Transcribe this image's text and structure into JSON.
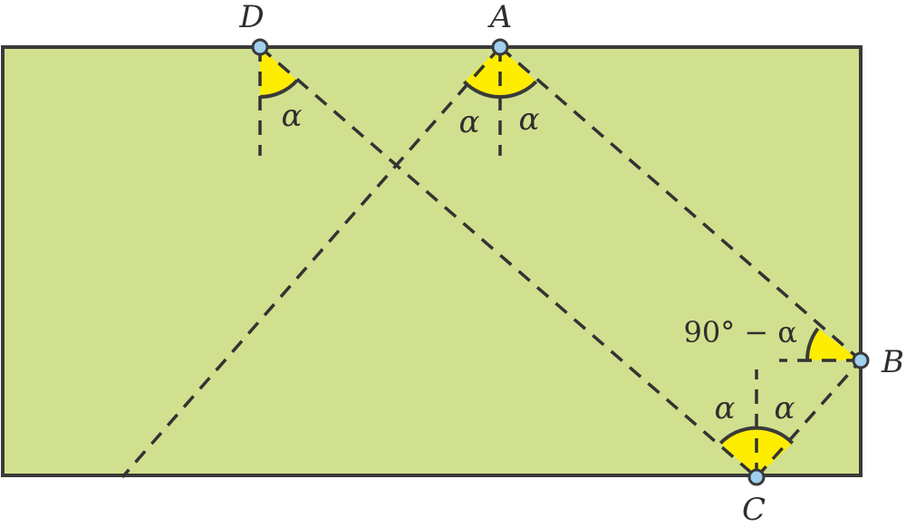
{
  "diagram": {
    "points": {
      "A": "A",
      "B": "B",
      "C": "C",
      "D": "D"
    },
    "angles": {
      "at_D": "α",
      "at_A_left": "α",
      "at_A_right": "α",
      "at_B": "90° − α",
      "at_C_left": "α",
      "at_C_right": "α"
    },
    "colors": {
      "field": "#d1e08e",
      "border": "#3a3a3a",
      "angle_fill": "#ffed00",
      "point_fill": "#9fd0ee"
    }
  }
}
